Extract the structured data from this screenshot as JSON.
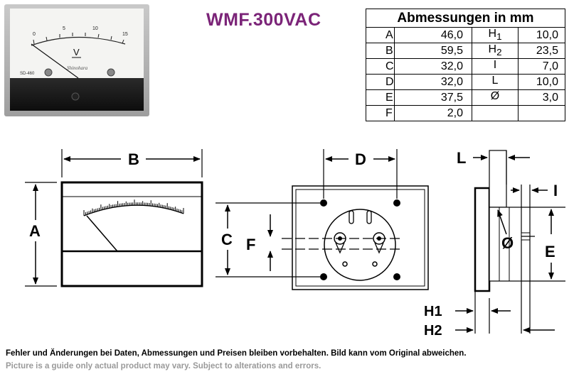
{
  "product": {
    "title": "WMF.300VAC"
  },
  "meter_photo": {
    "scale_ticks": [
      "0",
      "5",
      "10",
      "15"
    ],
    "unit": "V",
    "model_code": "SD-460",
    "brand": "Shinohara"
  },
  "dimensions_table": {
    "header": "Abmessungen in mm",
    "rows": [
      {
        "k1": "A",
        "v1": "46,0",
        "k2": "H",
        "k2_sub": "1",
        "v2": "10,0"
      },
      {
        "k1": "B",
        "v1": "59,5",
        "k2": "H",
        "k2_sub": "2",
        "v2": "23,5"
      },
      {
        "k1": "C",
        "v1": "32,0",
        "k2": "I",
        "k2_sub": "",
        "v2": "7,0"
      },
      {
        "k1": "D",
        "v1": "32,0",
        "k2": "L",
        "k2_sub": "",
        "v2": "10,0"
      },
      {
        "k1": "E",
        "v1": "37,5",
        "k2": "Ø",
        "k2_sub": "",
        "v2": "3,0"
      },
      {
        "k1": "F",
        "v1": "2,0",
        "k2": "",
        "k2_sub": "",
        "v2": ""
      }
    ]
  },
  "drawing_labels": {
    "a": "A",
    "b": "B",
    "c": "C",
    "d": "D",
    "e": "E",
    "f": "F",
    "l": "L",
    "i": "I",
    "diameter": "Ø",
    "h1": "H1",
    "h2": "H2"
  },
  "disclaimer": {
    "de": "Fehler und Änderungen bei Daten, Abmessungen und Preisen bleiben vorbehalten. Bild kann vom Original abweichen.",
    "en": "Picture is a guide only actual product may vary. Subject to alterations and errors."
  },
  "colors": {
    "title": "#7b2478",
    "disclaimer_en": "#9a9a9a"
  }
}
